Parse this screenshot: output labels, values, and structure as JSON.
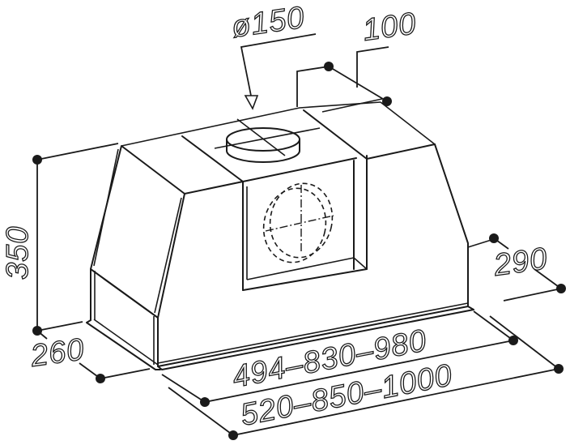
{
  "drawing": {
    "subject": "Range hood dimension drawing",
    "colors": {
      "line": "#1a1a1a",
      "background": "#ffffff"
    },
    "dimensions": {
      "duct_diameter": "ø150",
      "top_box_depth": "100",
      "height": "350",
      "left_depth": "260",
      "right_depth": "290",
      "inner_width": "494–830–980",
      "outer_width": "520–850–1000"
    }
  }
}
